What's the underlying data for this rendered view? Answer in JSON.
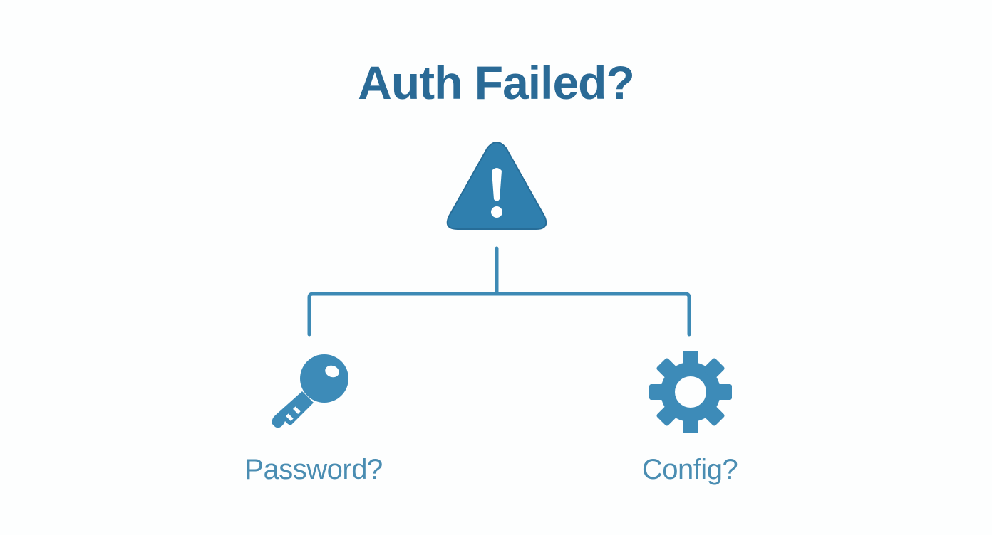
{
  "diagram": {
    "title": "Auth Failed?",
    "root": {
      "icon": "warning-triangle-icon",
      "color": "#2f7fae"
    },
    "connector_color": "#3d8ab5",
    "branches": [
      {
        "label": "Password?",
        "icon": "key-icon",
        "color": "#3d8bb8"
      },
      {
        "label": "Config?",
        "icon": "gear-icon",
        "color": "#3d8bb8"
      }
    ],
    "colors": {
      "title": "#2a6a96",
      "label": "#4a8db2",
      "background": "#fdfefe"
    }
  }
}
